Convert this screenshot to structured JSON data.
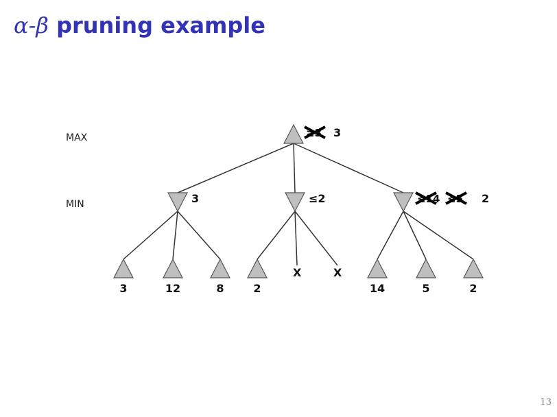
{
  "title": {
    "greek": "α-β",
    "text": "pruning example"
  },
  "page_number": "13",
  "tree": {
    "level_labels": [
      "MAX",
      "MIN"
    ],
    "root": {
      "crossed": [
        "≥3"
      ],
      "value": "3"
    },
    "min_nodes": [
      {
        "crossed": [],
        "value": "3"
      },
      {
        "crossed": [],
        "value": "≤2"
      },
      {
        "crossed": [
          "≤14",
          "≤5"
        ],
        "value": "2"
      }
    ],
    "leaves": [
      "3",
      "12",
      "8",
      "2",
      "X",
      "X",
      "14",
      "5",
      "2"
    ],
    "colors": {
      "node_fill": "#bfbfbf",
      "edge": "#333333"
    }
  }
}
